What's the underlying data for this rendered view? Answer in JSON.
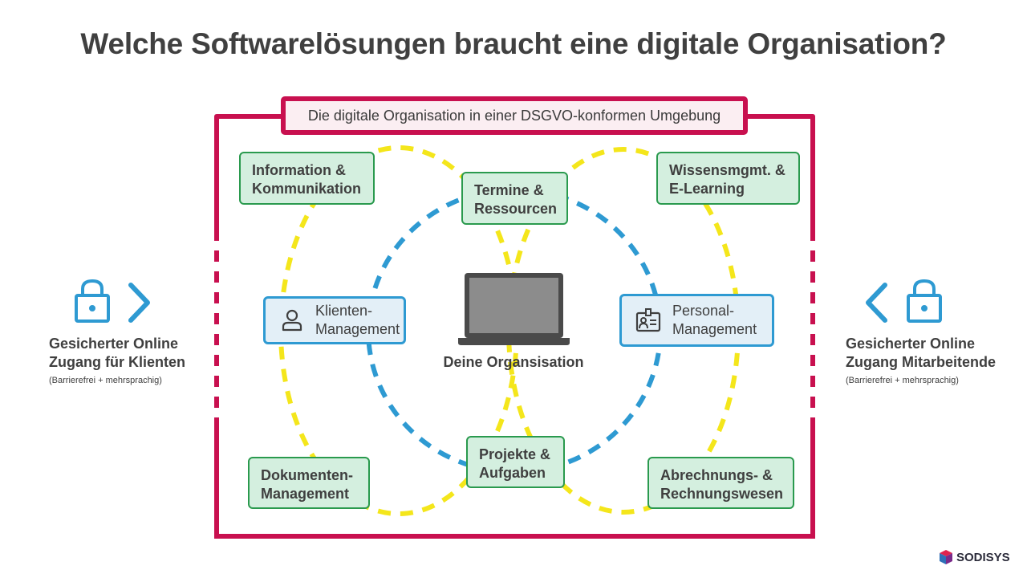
{
  "title": "Welche Softwarelösungen braucht eine digitale Organisation?",
  "frame_label": "Die digitale Organisation in einer DSGVO-konformen Umgebung",
  "center": {
    "label": "Deine Organsisation",
    "icon": "laptop-icon"
  },
  "modules": {
    "info": {
      "line1": "Information &",
      "line2": "Kommunikation"
    },
    "termine": {
      "line1": "Termine &",
      "line2": "Ressourcen"
    },
    "wissen": {
      "line1": "Wissensmgmt. &",
      "line2": "E-Learning"
    },
    "klienten": {
      "line1": "Klienten-",
      "line2": "Management",
      "icon": "person-icon"
    },
    "personal": {
      "line1": "Personal-",
      "line2": "Management",
      "icon": "id-badge-icon"
    },
    "dokumente": {
      "line1": "Dokumenten-",
      "line2": "Management"
    },
    "projekte": {
      "line1": "Projekte &",
      "line2": "Aufgaben"
    },
    "abrechnung": {
      "line1": "Abrechnungs- &",
      "line2": "Rechnungswesen"
    }
  },
  "access_left": {
    "line1": "Gesicherter Online",
    "line2": "Zugang für Klienten",
    "note": "(Barrierefrei + mehrsprachig)",
    "icons": [
      "lock-icon",
      "chevron-right-icon"
    ]
  },
  "access_right": {
    "line1": "Gesicherter Online",
    "line2": "Zugang Mitarbeitende",
    "note": "(Barrierefrei + mehrsprachig)",
    "icons": [
      "chevron-left-icon",
      "lock-icon"
    ]
  },
  "brand": {
    "name": "SODISYS",
    "icon": "cube-logo-icon"
  },
  "colors": {
    "frame": "#c8104f",
    "ring_yellow": "#f4e61b",
    "ring_blue": "#2e9ad2",
    "module_green": "#2a9a4e",
    "module_green_fill": "#d4efdf",
    "icon_blue": "#2e9ad2"
  }
}
